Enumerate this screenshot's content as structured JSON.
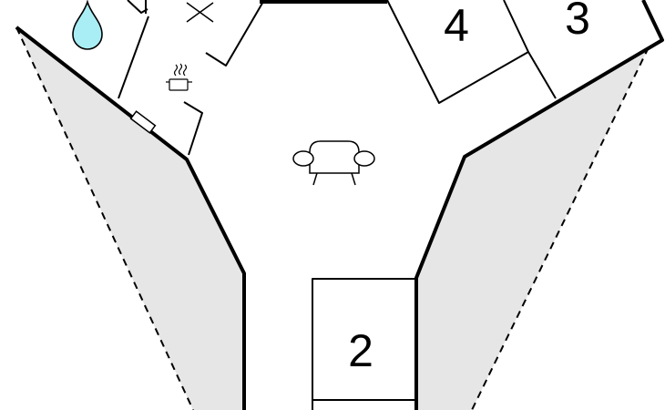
{
  "floor_plan": {
    "colors": {
      "background": "#ffffff",
      "wall": "#000000",
      "terrace": "#e6e6e6",
      "water": "#a9eef5"
    },
    "rooms": [
      {
        "label": "4"
      },
      {
        "label": "3"
      },
      {
        "label": "2"
      }
    ],
    "icons": [
      "water-drop-icon",
      "cross-icon",
      "cooking-pot-icon",
      "sofa-icon",
      "window-icon"
    ]
  }
}
